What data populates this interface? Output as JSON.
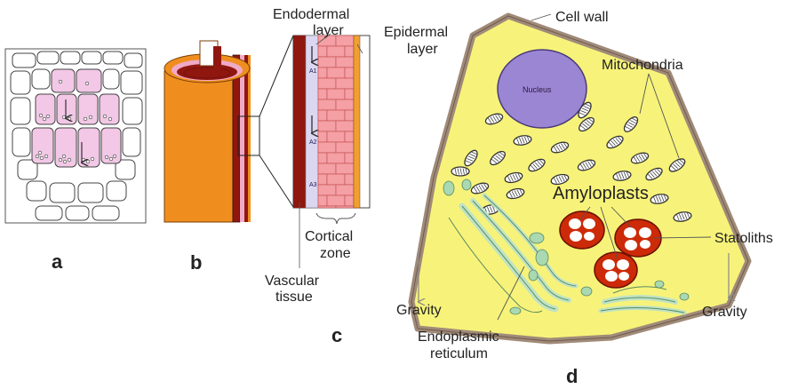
{
  "colors": {
    "pink_cell": "#f2c8e6",
    "orange_tissue": "#ef8e1f",
    "dark_red": "#8f1710",
    "cortical_pink": "#f4a0a4",
    "cytoplasm": "#f7f37a",
    "cell_wall": "#a08a78",
    "nucleus": "#9b86d4",
    "amyloplast": "#cc2a08",
    "er_green": "#a9d8b1"
  },
  "panels": {
    "a": "a",
    "b": "b",
    "c": "c",
    "d": "d"
  },
  "labels_c": {
    "endodermal_1": "Endodermal",
    "endodermal_2": "layer",
    "epidermal_1": "Epidermal",
    "epidermal_2": "layer",
    "cortical_1": "Cortical",
    "cortical_2": "zone",
    "vascular_1": "Vascular",
    "vascular_2": "tissue",
    "marker_1": "A1",
    "marker_2": "A2",
    "marker_3": "A3"
  },
  "labels_d": {
    "cell_wall": "Cell wall",
    "mitochondria": "Mitochondria",
    "nucleus": "Nucleus",
    "amyloplasts": "Amyloplasts",
    "statoliths": "Statoliths",
    "gravity_left": "Gravity",
    "gravity_right": "Gravity",
    "er_1": "Endoplasmic",
    "er_2": "reticulum"
  }
}
